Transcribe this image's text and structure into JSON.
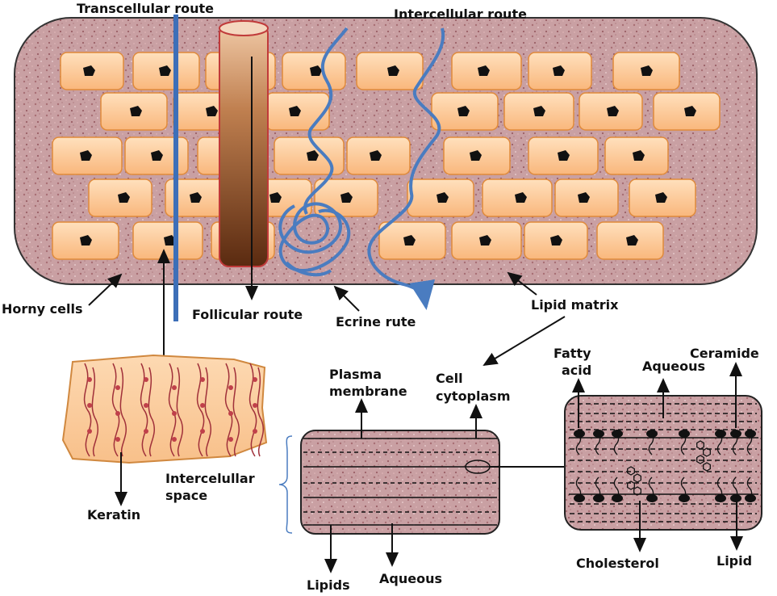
{
  "labels": {
    "transcellular_route": "Transcellular route",
    "intercellular_route": "Intercellular route",
    "horny_cells": "Horny cells",
    "follicular_route": "Follicular route",
    "ecrine_rute": "Ecrine rute",
    "lipid_matrix": "Lipid matrix",
    "keratin": "Keratin",
    "plasma_membrane_line1": "Plasma",
    "plasma_membrane_line2": "membrane",
    "cell_cytoplasm_line1": "Cell",
    "cell_cytoplasm_line2": "cytoplasm",
    "intercellular_space_line1": "Intercelullar",
    "intercellular_space_line2": "space",
    "lipids": "Lipids",
    "aqueous_bottom": "Aqueous",
    "fatty_acid_line1": "Fatty",
    "fatty_acid_line2": "acid",
    "aqueous_top": "Aqueous",
    "ceramide": "Ceramide",
    "cholesterol": "Cholesterol",
    "lipid": "Lipid"
  },
  "colors": {
    "skin_matrix": "#c9a0a3",
    "cell_fill": "#fcc594",
    "cell_stroke": "#e08a3a",
    "route_blue": "#4a7cc0",
    "follicle_dark": "#6b3a1f",
    "keratin_fill": "#fbd3a8",
    "keratin_fiber": "#a0303a"
  },
  "icons": [
    "nucleus-icon",
    "arrow-icon",
    "lipid-head-icon",
    "cholesterol-ring-icon"
  ]
}
